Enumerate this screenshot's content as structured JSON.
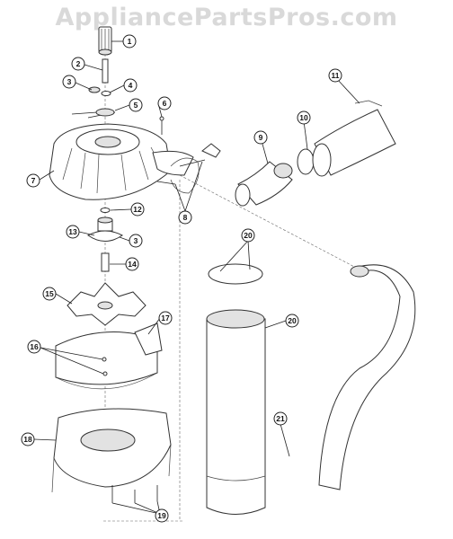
{
  "watermark": "AppliancePartsPros.com",
  "callouts": [
    {
      "id": "c1",
      "label": "1"
    },
    {
      "id": "c2",
      "label": "2"
    },
    {
      "id": "c3a",
      "label": "3"
    },
    {
      "id": "c4",
      "label": "4"
    },
    {
      "id": "c5",
      "label": "5"
    },
    {
      "id": "c6",
      "label": "6"
    },
    {
      "id": "c7",
      "label": "7"
    },
    {
      "id": "c8",
      "label": "8"
    },
    {
      "id": "c9",
      "label": "9"
    },
    {
      "id": "c10",
      "label": "10"
    },
    {
      "id": "c11",
      "label": "11"
    },
    {
      "id": "c12",
      "label": "12"
    },
    {
      "id": "c13",
      "label": "13"
    },
    {
      "id": "c3b",
      "label": "3"
    },
    {
      "id": "c14",
      "label": "14"
    },
    {
      "id": "c15",
      "label": "15"
    },
    {
      "id": "c16",
      "label": "16"
    },
    {
      "id": "c17",
      "label": "17"
    },
    {
      "id": "c18",
      "label": "18"
    },
    {
      "id": "c19",
      "label": "19"
    },
    {
      "id": "c20a",
      "label": "20"
    },
    {
      "id": "c20b",
      "label": "20"
    },
    {
      "id": "c21",
      "label": "21"
    }
  ]
}
